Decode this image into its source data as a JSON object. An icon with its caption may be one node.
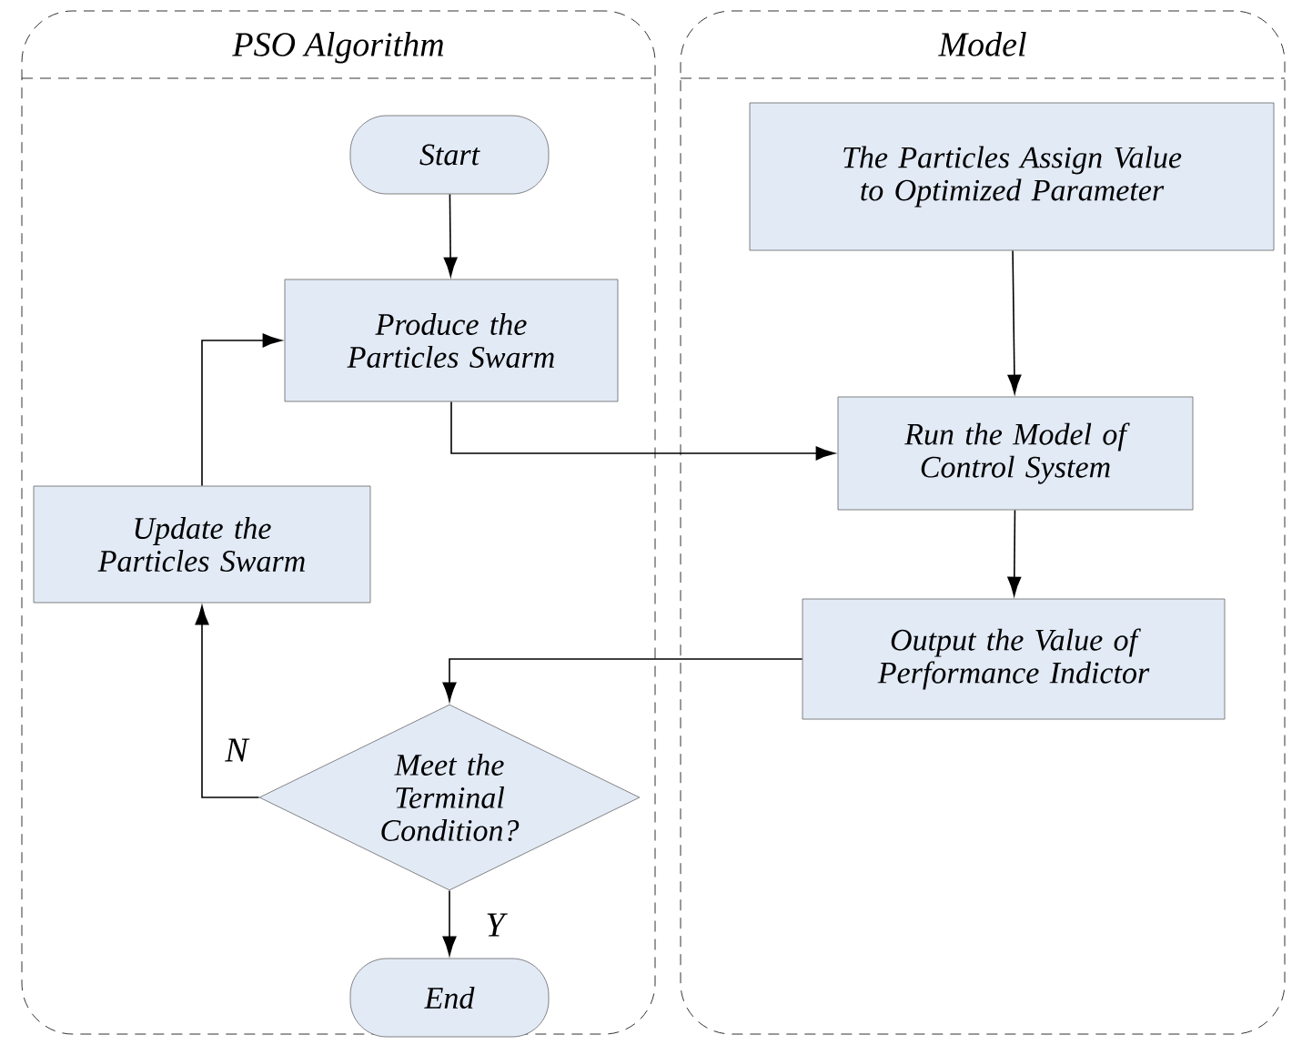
{
  "diagram": {
    "nodes": [
      {
        "text": [
          "PSO Algorithm"
        ]
      },
      {
        "text": [
          "Model"
        ]
      },
      {
        "text": [
          "Start"
        ],
        "in": 0
      },
      {
        "text": [
          "Produce the Particles Swarm"
        ],
        "in": 0
      },
      {
        "text": [
          "Update the Particles Swarm"
        ],
        "in": 0
      },
      {
        "text": [
          "Meet the Terminal Condition?"
        ],
        "in": 0
      },
      {
        "text": [
          "End"
        ],
        "in": 0
      },
      {
        "text": [
          "The Particles Assign Value to Optimized Parameter"
        ],
        "in": 1
      },
      {
        "text": [
          "Run the Model of Control System"
        ],
        "in": 1
      },
      {
        "text": [
          "Output the Value of Performance Indictor"
        ],
        "in": 1
      }
    ],
    "edges": [
      {
        "from": 2,
        "to": 3,
        "arrow": "to"
      },
      {
        "from": 3,
        "to": 8,
        "arrow": "to"
      },
      {
        "from": 7,
        "to": 8,
        "arrow": "to"
      },
      {
        "from": 8,
        "to": 9,
        "arrow": "to"
      },
      {
        "from": 9,
        "to": 5,
        "arrow": "to"
      },
      {
        "from": 5,
        "to": 4,
        "arrow": "to",
        "label": "N"
      },
      {
        "from": 4,
        "to": 3,
        "arrow": "to"
      },
      {
        "from": 5,
        "to": 6,
        "arrow": "to",
        "label": "Y"
      }
    ]
  }
}
